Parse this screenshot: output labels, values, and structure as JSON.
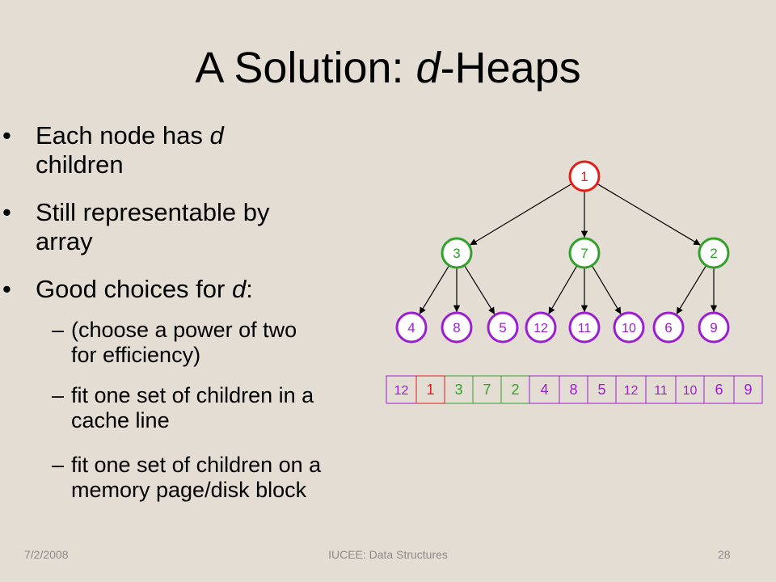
{
  "slide": {
    "title": {
      "prefix": "A Solution: ",
      "italic": "d",
      "suffix": "-Heaps"
    },
    "bullets": [
      {
        "line1_pre": "Each node has ",
        "line1_italic": "d",
        "line1_post": "",
        "line2": "children"
      },
      {
        "line1_pre": "Still representable by",
        "line1_italic": "",
        "line1_post": "",
        "line2": "array"
      },
      {
        "line1_pre": "Good choices for ",
        "line1_italic": "d",
        "line1_post": ":",
        "line2": ""
      }
    ],
    "sub_bullets": [
      {
        "line1": "(choose a power of two",
        "line2": "for efficiency)"
      },
      {
        "line1": "fit one set of children in a",
        "line2": "cache line"
      },
      {
        "line1": "fit one set of children on a",
        "line2": "memory page/disk block"
      }
    ],
    "bullet_glyph": "•",
    "dash_glyph": "–"
  },
  "tree": {
    "root": "1",
    "level1": [
      "3",
      "7",
      "2"
    ],
    "level2": [
      "4",
      "8",
      "5",
      "12",
      "11",
      "10",
      "6",
      "9"
    ]
  },
  "array": [
    "12",
    "1",
    "3",
    "7",
    "2",
    "4",
    "8",
    "5",
    "12",
    "11",
    "10",
    "6",
    "9"
  ],
  "colors": {
    "root": "#e0201b",
    "level1": "#33a02c",
    "level2": "#9b1fd0",
    "edge": "#000000",
    "background": "#e4ddd3",
    "footer": "#8a8a8a"
  },
  "footer": {
    "date": "7/2/2008",
    "course": "IUCEE:  Data Structures",
    "page": "28"
  }
}
